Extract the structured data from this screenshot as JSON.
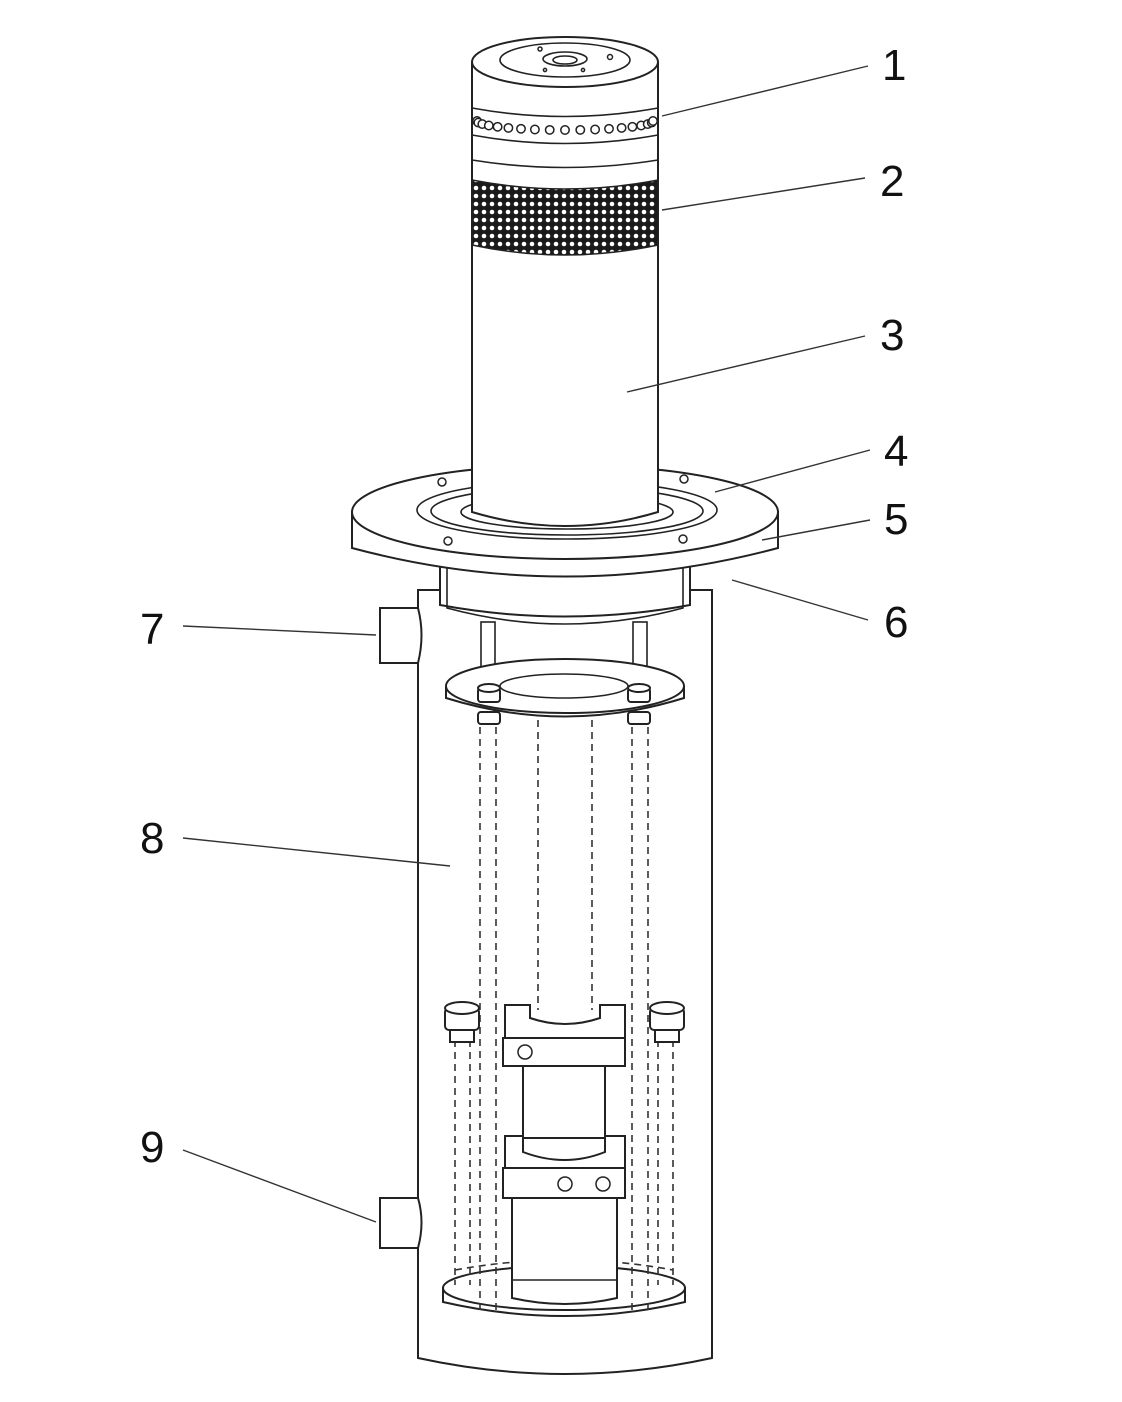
{
  "callouts": [
    {
      "id": "1",
      "label": "1"
    },
    {
      "id": "2",
      "label": "2"
    },
    {
      "id": "3",
      "label": "3"
    },
    {
      "id": "4",
      "label": "4"
    },
    {
      "id": "5",
      "label": "5"
    },
    {
      "id": "6",
      "label": "6"
    },
    {
      "id": "7",
      "label": "7"
    },
    {
      "id": "8",
      "label": "8"
    },
    {
      "id": "9",
      "label": "9"
    }
  ],
  "colors": {
    "line": "#222222",
    "background": "#ffffff",
    "mesh": "#1a1a1a"
  }
}
